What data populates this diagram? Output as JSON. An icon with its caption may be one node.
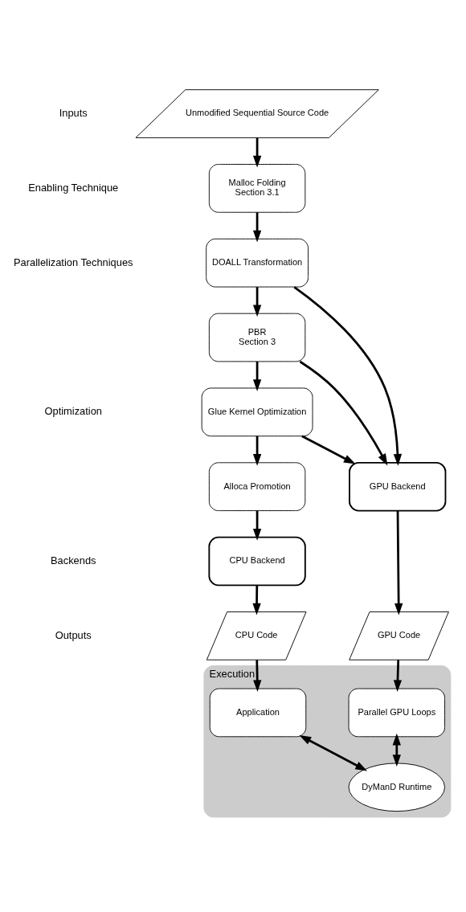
{
  "diagram": {
    "nodes": [
      {
        "text": [
          "Unmodified Sequential Source Code"
        ]
      },
      {
        "text": [
          "Malloc Folding",
          "Section 3.1"
        ]
      },
      {
        "text": [
          "DOALL Transformation"
        ]
      },
      {
        "text": [
          "PBR",
          "Section 3"
        ]
      },
      {
        "text": [
          "Glue Kernel Optimization"
        ]
      },
      {
        "text": [
          "Alloca Promotion"
        ]
      },
      {
        "text": [
          "CPU Backend"
        ]
      },
      {
        "text": [
          "GPU Backend"
        ]
      },
      {
        "text": [
          "CPU Code"
        ]
      },
      {
        "text": [
          "GPU Code"
        ]
      },
      {
        "text": [
          "Execution"
        ]
      },
      {
        "text": [
          "Application"
        ],
        "in": 10
      },
      {
        "text": [
          "Parallel GPU Loops"
        ],
        "in": 10
      },
      {
        "text": [
          "DyManD Runtime"
        ],
        "in": 10
      }
    ],
    "edges": [
      {
        "from": 0,
        "to": 1,
        "arrow": "to"
      },
      {
        "from": 1,
        "to": 2,
        "arrow": "to"
      },
      {
        "from": 2,
        "to": 3,
        "arrow": "to"
      },
      {
        "from": 3,
        "to": 4,
        "arrow": "to"
      },
      {
        "from": 4,
        "to": 5,
        "arrow": "to"
      },
      {
        "from": 5,
        "to": 6,
        "arrow": "to"
      },
      {
        "from": 2,
        "to": 7,
        "arrow": "to"
      },
      {
        "from": 3,
        "to": 7,
        "arrow": "to"
      },
      {
        "from": 4,
        "to": 7,
        "arrow": "to"
      },
      {
        "from": 6,
        "to": 8,
        "arrow": "to"
      },
      {
        "from": 7,
        "to": 9,
        "arrow": "to"
      },
      {
        "from": 8,
        "to": 11,
        "arrow": "to"
      },
      {
        "from": 9,
        "to": 12,
        "arrow": "to"
      },
      {
        "from": 11,
        "to": 13,
        "arrow": "both"
      },
      {
        "from": 12,
        "to": 13,
        "arrow": "both"
      }
    ],
    "labels": [
      "Inputs",
      "Enabling Technique",
      "Parallelization Techniques",
      "Optimization",
      "Backends",
      "Outputs"
    ]
  }
}
